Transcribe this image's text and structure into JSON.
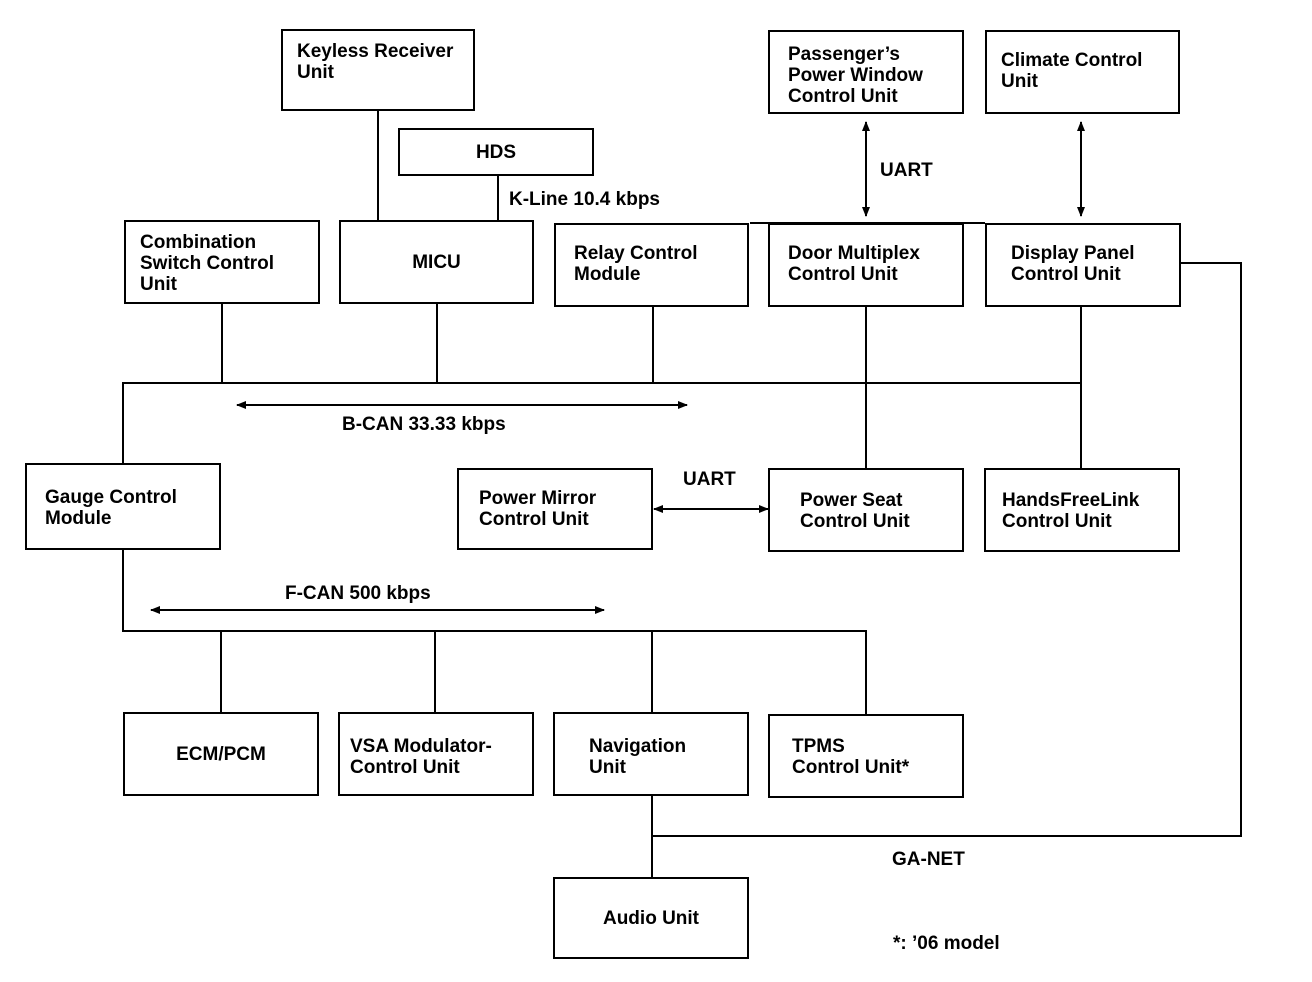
{
  "boxes": {
    "keyless": "Keyless Receiver\nUnit",
    "hds": "HDS",
    "passenger": "Passenger’s\nPower Window\nControl Unit",
    "climate": "Climate Control\nUnit",
    "combination": "Combination\nSwitch Control\nUnit",
    "micu": "MICU",
    "relay": "Relay Control\nModule",
    "door": "Door Multiplex\nControl Unit",
    "display": "Display Panel\nControl Unit",
    "gauge": "Gauge Control\nModule",
    "mirror": "Power Mirror\nControl Unit",
    "seat": "Power Seat\nControl Unit",
    "handsfree": "HandsFreeLink\nControl Unit",
    "ecm": "ECM/PCM",
    "vsa": "VSA Modulator-\nControl Unit",
    "navigation": "Navigation\nUnit",
    "tpms": "TPMS\nControl Unit*",
    "audio": "Audio Unit"
  },
  "labels": {
    "kline": "K-Line 10.4 kbps",
    "uart_top": "UART",
    "bcan": "B-CAN 33.33 kbps",
    "uart_mid": "UART",
    "fcan": "F-CAN 500 kbps",
    "ganet": "GA-NET",
    "footnote": "*: ’06 model"
  }
}
